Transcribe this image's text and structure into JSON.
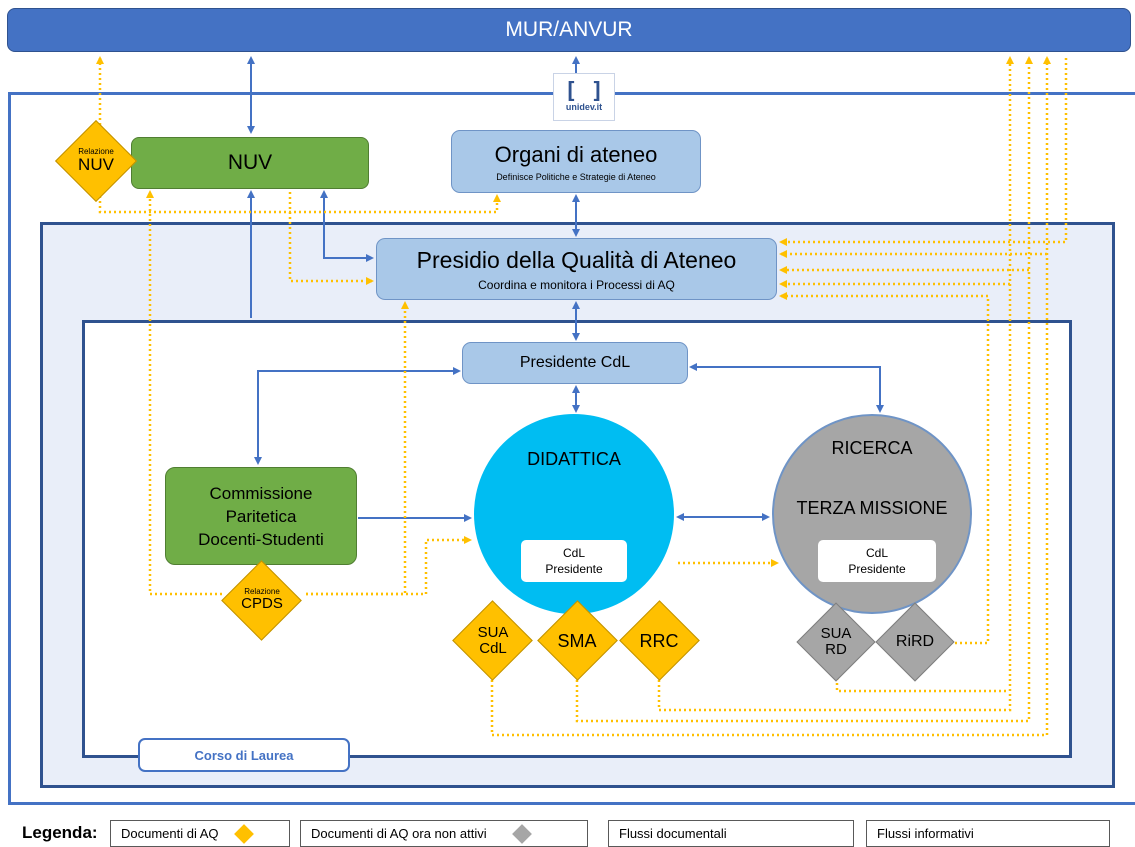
{
  "header": {
    "title": "MUR/ANVUR"
  },
  "logo": {
    "text": "unidev.it"
  },
  "nodes": {
    "nuv": "NUV",
    "organi": {
      "title": "Organi di ateneo",
      "subtitle": "Definisce Politiche e Strategie di Ateneo"
    },
    "presidio": {
      "title": "Presidio della Qualità di Ateneo",
      "subtitle": "Coordina e monitora i Processi di AQ"
    },
    "presidente": "Presidente CdL",
    "cpds": [
      "Commissione",
      "Paritetica",
      "Docenti-Studenti"
    ],
    "didattica": "DIDATTICA",
    "ricerca": "RICERCA",
    "terza_missione": "TERZA MISSIONE",
    "cdl_box_didattica": [
      "CdL",
      "Presidente"
    ],
    "cdl_box_ricerca": [
      "CdL",
      "Presidente"
    ],
    "corso_di_laurea": "Corso di Laurea"
  },
  "documents": {
    "relazione_nuv": {
      "small": "Relazione",
      "label": "NUV"
    },
    "relazione_cpds": {
      "small": "Relazione",
      "label": "CPDS"
    },
    "sua_cdl": [
      "SUA",
      "CdL"
    ],
    "sma": "SMA",
    "rrc": "RRC",
    "sua_rd": [
      "SUA",
      "RD"
    ],
    "rird": "RiRD"
  },
  "legend": {
    "title": "Legenda:",
    "items": [
      {
        "label": "Documenti di AQ",
        "marker": "diamond",
        "color": "#ffc000"
      },
      {
        "label": "Documenti di AQ ora non attivi",
        "marker": "diamond",
        "color": "#a6a6a6"
      },
      {
        "label": "Flussi documentali",
        "marker": "dotted-arrow",
        "color": "#ffc000"
      },
      {
        "label": "Flussi informativi",
        "marker": "solid-arrow",
        "color": "#4472c4"
      }
    ]
  },
  "colors": {
    "info_flow": "#4472c4",
    "doc_flow": "#ffc000",
    "green": "#70ad47",
    "light_blue": "#a9c8e8",
    "cyan": "#00bdf2",
    "gray": "#a6a6a6"
  }
}
